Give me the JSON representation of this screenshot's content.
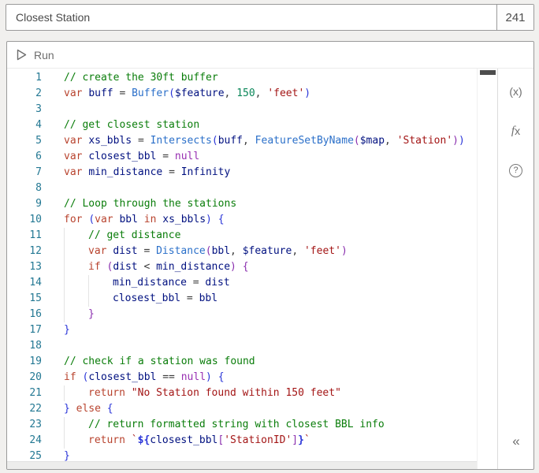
{
  "title_bar": {
    "name_value": "Closest Station",
    "char_count": "241"
  },
  "toolbar": {
    "run_label": "Run"
  },
  "sidebar": {
    "globals_icon": "(x)",
    "functions_icon_f": "f",
    "functions_icon_x": "x",
    "help_icon": "?",
    "collapse_icon": "«"
  },
  "colors": {
    "panel_border": "#9a9a9a",
    "line_number": "#237893",
    "comment": "#0a7d0a",
    "keyword": "#b8432e",
    "identifier": "#001080",
    "function": "#2a6fc9",
    "number": "#098658",
    "string": "#a31515",
    "constant": "#982fb2",
    "scroll_thumb": "#4d4d4d"
  },
  "editor": {
    "lines": [
      {
        "n": 1,
        "indent": 0,
        "tokens": [
          [
            "cm",
            "// create the 30ft buffer"
          ]
        ]
      },
      {
        "n": 2,
        "indent": 0,
        "tokens": [
          [
            "kw",
            "var"
          ],
          [
            "pl",
            " "
          ],
          [
            "id",
            "buff"
          ],
          [
            "pl",
            " "
          ],
          [
            "op",
            "="
          ],
          [
            "pl",
            " "
          ],
          [
            "fn",
            "Buffer"
          ],
          [
            "b1",
            "("
          ],
          [
            "id",
            "$feature"
          ],
          [
            "pl",
            ", "
          ],
          [
            "num",
            "150"
          ],
          [
            "pl",
            ", "
          ],
          [
            "str",
            "'feet'"
          ],
          [
            "b1",
            ")"
          ]
        ]
      },
      {
        "n": 3,
        "indent": 0,
        "tokens": []
      },
      {
        "n": 4,
        "indent": 0,
        "tokens": [
          [
            "cm",
            "// get closest station"
          ]
        ]
      },
      {
        "n": 5,
        "indent": 0,
        "tokens": [
          [
            "kw",
            "var"
          ],
          [
            "pl",
            " "
          ],
          [
            "id",
            "xs_bbls"
          ],
          [
            "pl",
            " "
          ],
          [
            "op",
            "="
          ],
          [
            "pl",
            " "
          ],
          [
            "fn",
            "Intersects"
          ],
          [
            "b1",
            "("
          ],
          [
            "id",
            "buff"
          ],
          [
            "pl",
            ", "
          ],
          [
            "fn",
            "FeatureSetByName"
          ],
          [
            "b2",
            "("
          ],
          [
            "id",
            "$map"
          ],
          [
            "pl",
            ", "
          ],
          [
            "str",
            "'Station'"
          ],
          [
            "b2",
            ")"
          ],
          [
            "b1",
            ")"
          ]
        ]
      },
      {
        "n": 6,
        "indent": 0,
        "tokens": [
          [
            "kw",
            "var"
          ],
          [
            "pl",
            " "
          ],
          [
            "id",
            "closest_bbl"
          ],
          [
            "pl",
            " "
          ],
          [
            "op",
            "="
          ],
          [
            "pl",
            " "
          ],
          [
            "cst",
            "null"
          ]
        ]
      },
      {
        "n": 7,
        "indent": 0,
        "tokens": [
          [
            "kw",
            "var"
          ],
          [
            "pl",
            " "
          ],
          [
            "id",
            "min_distance"
          ],
          [
            "pl",
            " "
          ],
          [
            "op",
            "="
          ],
          [
            "pl",
            " "
          ],
          [
            "id",
            "Infinity"
          ]
        ]
      },
      {
        "n": 8,
        "indent": 0,
        "tokens": []
      },
      {
        "n": 9,
        "indent": 0,
        "tokens": [
          [
            "cm",
            "// Loop through the stations"
          ]
        ]
      },
      {
        "n": 10,
        "indent": 0,
        "tokens": [
          [
            "kw",
            "for"
          ],
          [
            "pl",
            " "
          ],
          [
            "b1",
            "("
          ],
          [
            "kw",
            "var"
          ],
          [
            "pl",
            " "
          ],
          [
            "id",
            "bbl"
          ],
          [
            "pl",
            " "
          ],
          [
            "kw",
            "in"
          ],
          [
            "pl",
            " "
          ],
          [
            "id",
            "xs_bbls"
          ],
          [
            "b1",
            ")"
          ],
          [
            "pl",
            " "
          ],
          [
            "b1",
            "{"
          ]
        ]
      },
      {
        "n": 11,
        "indent": 1,
        "tokens": [
          [
            "cm",
            "// get distance"
          ]
        ]
      },
      {
        "n": 12,
        "indent": 1,
        "tokens": [
          [
            "kw",
            "var"
          ],
          [
            "pl",
            " "
          ],
          [
            "id",
            "dist"
          ],
          [
            "pl",
            " "
          ],
          [
            "op",
            "="
          ],
          [
            "pl",
            " "
          ],
          [
            "fn",
            "Distance"
          ],
          [
            "b2",
            "("
          ],
          [
            "id",
            "bbl"
          ],
          [
            "pl",
            ", "
          ],
          [
            "id",
            "$feature"
          ],
          [
            "pl",
            ", "
          ],
          [
            "str",
            "'feet'"
          ],
          [
            "b2",
            ")"
          ]
        ]
      },
      {
        "n": 13,
        "indent": 1,
        "tokens": [
          [
            "kw",
            "if"
          ],
          [
            "pl",
            " "
          ],
          [
            "b2",
            "("
          ],
          [
            "id",
            "dist"
          ],
          [
            "pl",
            " "
          ],
          [
            "op",
            "<"
          ],
          [
            "pl",
            " "
          ],
          [
            "id",
            "min_distance"
          ],
          [
            "b2",
            ")"
          ],
          [
            "pl",
            " "
          ],
          [
            "b2",
            "{"
          ]
        ]
      },
      {
        "n": 14,
        "indent": 2,
        "tokens": [
          [
            "id",
            "min_distance"
          ],
          [
            "pl",
            " "
          ],
          [
            "op",
            "="
          ],
          [
            "pl",
            " "
          ],
          [
            "id",
            "dist"
          ]
        ]
      },
      {
        "n": 15,
        "indent": 2,
        "tokens": [
          [
            "id",
            "closest_bbl"
          ],
          [
            "pl",
            " "
          ],
          [
            "op",
            "="
          ],
          [
            "pl",
            " "
          ],
          [
            "id",
            "bbl"
          ]
        ]
      },
      {
        "n": 16,
        "indent": 1,
        "tokens": [
          [
            "b2",
            "}"
          ]
        ]
      },
      {
        "n": 17,
        "indent": 0,
        "tokens": [
          [
            "b1",
            "}"
          ]
        ]
      },
      {
        "n": 18,
        "indent": 0,
        "tokens": []
      },
      {
        "n": 19,
        "indent": 0,
        "tokens": [
          [
            "cm",
            "// check if a station was found"
          ]
        ]
      },
      {
        "n": 20,
        "indent": 0,
        "tokens": [
          [
            "kw",
            "if"
          ],
          [
            "pl",
            " "
          ],
          [
            "b1",
            "("
          ],
          [
            "id",
            "closest_bbl"
          ],
          [
            "pl",
            " "
          ],
          [
            "op",
            "=="
          ],
          [
            "pl",
            " "
          ],
          [
            "cst",
            "null"
          ],
          [
            "b1",
            ")"
          ],
          [
            "pl",
            " "
          ],
          [
            "b1",
            "{"
          ]
        ]
      },
      {
        "n": 21,
        "indent": 1,
        "tokens": [
          [
            "kw",
            "return"
          ],
          [
            "pl",
            " "
          ],
          [
            "str",
            "\"No Station found within 150 feet\""
          ]
        ]
      },
      {
        "n": 22,
        "indent": 0,
        "tokens": [
          [
            "b1",
            "}"
          ],
          [
            "pl",
            " "
          ],
          [
            "kw",
            "else"
          ],
          [
            "pl",
            " "
          ],
          [
            "b1",
            "{"
          ]
        ]
      },
      {
        "n": 23,
        "indent": 1,
        "tokens": [
          [
            "cm",
            "// return formatted string with closest BBL info"
          ]
        ]
      },
      {
        "n": 24,
        "indent": 1,
        "tokens": [
          [
            "kw",
            "return"
          ],
          [
            "pl",
            " "
          ],
          [
            "str",
            "`"
          ],
          [
            "tpl",
            "${"
          ],
          [
            "id",
            "closest_bbl"
          ],
          [
            "b2",
            "["
          ],
          [
            "str",
            "'StationID'"
          ],
          [
            "b2",
            "]"
          ],
          [
            "tpl",
            "}"
          ],
          [
            "str",
            "`"
          ]
        ]
      },
      {
        "n": 25,
        "indent": 0,
        "tokens": [
          [
            "b1",
            "}"
          ]
        ]
      }
    ]
  }
}
